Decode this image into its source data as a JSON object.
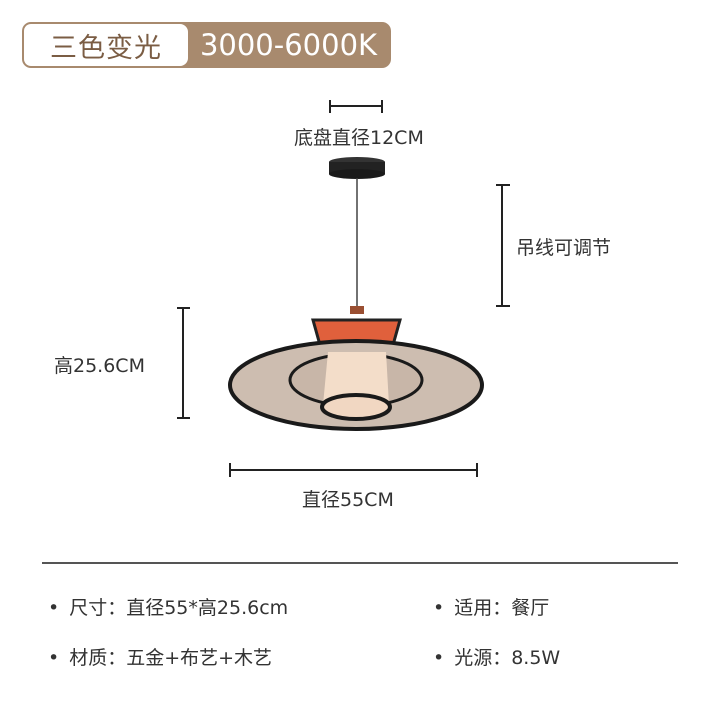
{
  "badge": {
    "label": "三色变光",
    "value": "3000-6000K"
  },
  "dimensions": {
    "base": "底盘直径12CM",
    "cord": "吊线可调节",
    "height": "高25.6CM",
    "diameter": "直径55CM"
  },
  "specs": [
    {
      "text": "尺寸：直径55*高25.6cm"
    },
    {
      "text": "适用：餐厅"
    },
    {
      "text": "材质：五金+布艺+木艺"
    },
    {
      "text": "光源：8.5W"
    }
  ],
  "colors": {
    "accent": "#a88a6e",
    "lamp_orange": "#e0603c",
    "shade": "#c9b8ab"
  }
}
